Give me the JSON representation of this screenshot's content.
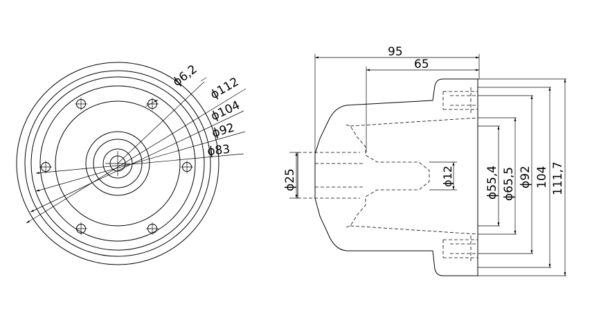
{
  "front_view": {
    "dim_hole": "ϕ6,2",
    "dim_outer": "ϕ112",
    "dim_mid": "ϕ104",
    "dim_inner": "ϕ92",
    "dim_bolt": "ϕ83"
  },
  "side_view": {
    "dim_length_total": "95",
    "dim_length_hub": "65",
    "dim_bore": "ϕ25",
    "dim_shaft": "ϕ12",
    "dim_55": "ϕ55,4",
    "dim_65": "ϕ65,5",
    "dim_92": "ϕ92",
    "dim_104": "104",
    "dim_111": "111,7"
  }
}
